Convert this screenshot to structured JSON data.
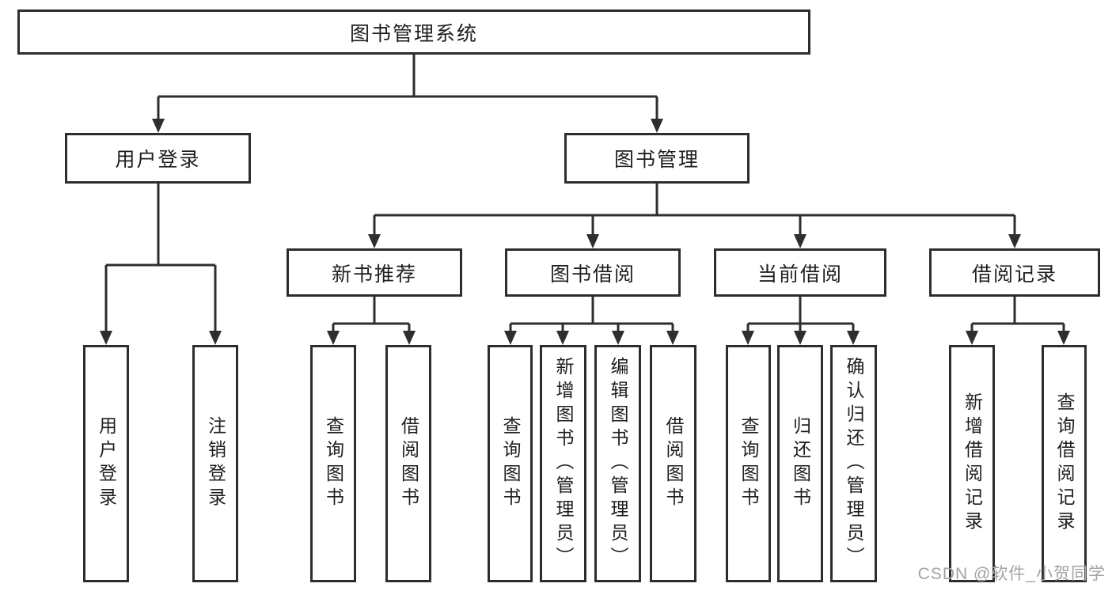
{
  "nodes": {
    "root": {
      "label": "图书管理系统"
    },
    "user_login": {
      "label": "用户登录"
    },
    "book_mgmt": {
      "label": "图书管理"
    },
    "new_book_rec": {
      "label": "新书推荐"
    },
    "book_borrow": {
      "label": "图书借阅"
    },
    "current_borrow": {
      "label": "当前借阅"
    },
    "borrow_record": {
      "label": "借阅记录"
    },
    "leaf_user_login": {
      "label": "用户登录"
    },
    "leaf_logout": {
      "label": "注销登录"
    },
    "leaf_rec_query_book": {
      "label": "查询图书"
    },
    "leaf_rec_borrow_book": {
      "label": "借阅图书"
    },
    "leaf_bb_query_book": {
      "label": "查询图书"
    },
    "leaf_bb_add_book": {
      "label": "新增图书（管理员）"
    },
    "leaf_bb_edit_book": {
      "label": "编辑图书（管理员）"
    },
    "leaf_bb_borrow_book": {
      "label": "借阅图书"
    },
    "leaf_cb_query_book": {
      "label": "查询图书"
    },
    "leaf_cb_return_book": {
      "label": "归还图书"
    },
    "leaf_cb_confirm_return": {
      "label": "确认归还（管理员）"
    },
    "leaf_br_add_record": {
      "label": "新增借阅记录"
    },
    "leaf_br_query_record": {
      "label": "查询借阅记录"
    }
  },
  "edges": [
    {
      "from": "图书管理系统",
      "to": [
        "用户登录",
        "图书管理"
      ]
    },
    {
      "from": "用户登录",
      "to": [
        "用户登录",
        "注销登录"
      ]
    },
    {
      "from": "图书管理",
      "to": [
        "新书推荐",
        "图书借阅",
        "当前借阅",
        "借阅记录"
      ]
    },
    {
      "from": "新书推荐",
      "to": [
        "查询图书",
        "借阅图书"
      ]
    },
    {
      "from": "图书借阅",
      "to": [
        "查询图书",
        "新增图书（管理员）",
        "编辑图书（管理员）",
        "借阅图书"
      ]
    },
    {
      "from": "当前借阅",
      "to": [
        "查询图书",
        "归还图书",
        "确认归还（管理员）"
      ]
    },
    {
      "from": "借阅记录",
      "to": [
        "新增借阅记录",
        "查询借阅记录"
      ]
    }
  ],
  "watermark": "CSDN @软件_小贺同学",
  "colors": {
    "background": "#ffffff",
    "line": "#2e2e2e",
    "border": "#2d2d2d",
    "text": "#1f1f1f",
    "watermark": "#a3a3a3"
  }
}
